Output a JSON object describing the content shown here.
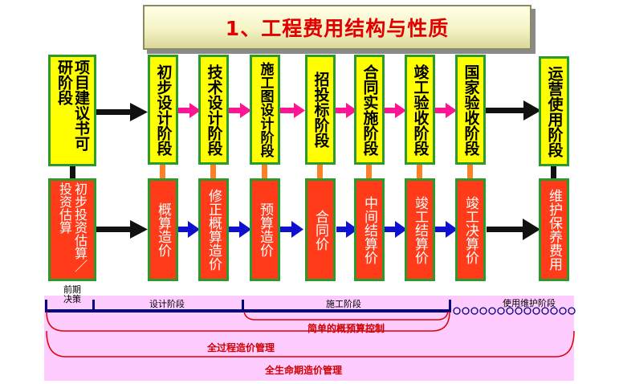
{
  "title": "1、工程费用结构与性质",
  "stages": [
    {
      "label": "项目建议书可研阶段"
    },
    {
      "label": "初步设计阶段"
    },
    {
      "label": "技术设计阶段"
    },
    {
      "label": "施工图设计阶段"
    },
    {
      "label": "招投标阶段"
    },
    {
      "label": "合同实施阶段"
    },
    {
      "label": "竣工验收阶段"
    },
    {
      "label": "国家验收阶段"
    },
    {
      "label": "运营使用阶段"
    }
  ],
  "costs": [
    {
      "label": "初步投资估算／投资估算"
    },
    {
      "label": "概算造价"
    },
    {
      "label": "修正概算造价"
    },
    {
      "label": "预算造价"
    },
    {
      "label": "合同价"
    },
    {
      "label": "中间结算价"
    },
    {
      "label": "竣工结算价"
    },
    {
      "label": "竣工决算价"
    },
    {
      "label": "维护保养费用"
    }
  ],
  "phases": {
    "decision": "前期决策",
    "design": "设计阶段",
    "construction": "施工阶段",
    "usage": "使用维护阶段"
  },
  "controls": {
    "simple": "简单的概预算控制",
    "whole_process": "全过程造价管理",
    "life_cycle": "全生命期造价管理"
  },
  "colors": {
    "stage_fill": "#ffff00",
    "cost_fill": "#ff3b1a",
    "border": "#2a9a2a",
    "pink_arrow": "#ff1493",
    "blue_arrow": "#1010d0",
    "orange_link": "#ff7f27",
    "band": "#ffccff",
    "timeline": "#000080",
    "red_text": "#d00000"
  }
}
